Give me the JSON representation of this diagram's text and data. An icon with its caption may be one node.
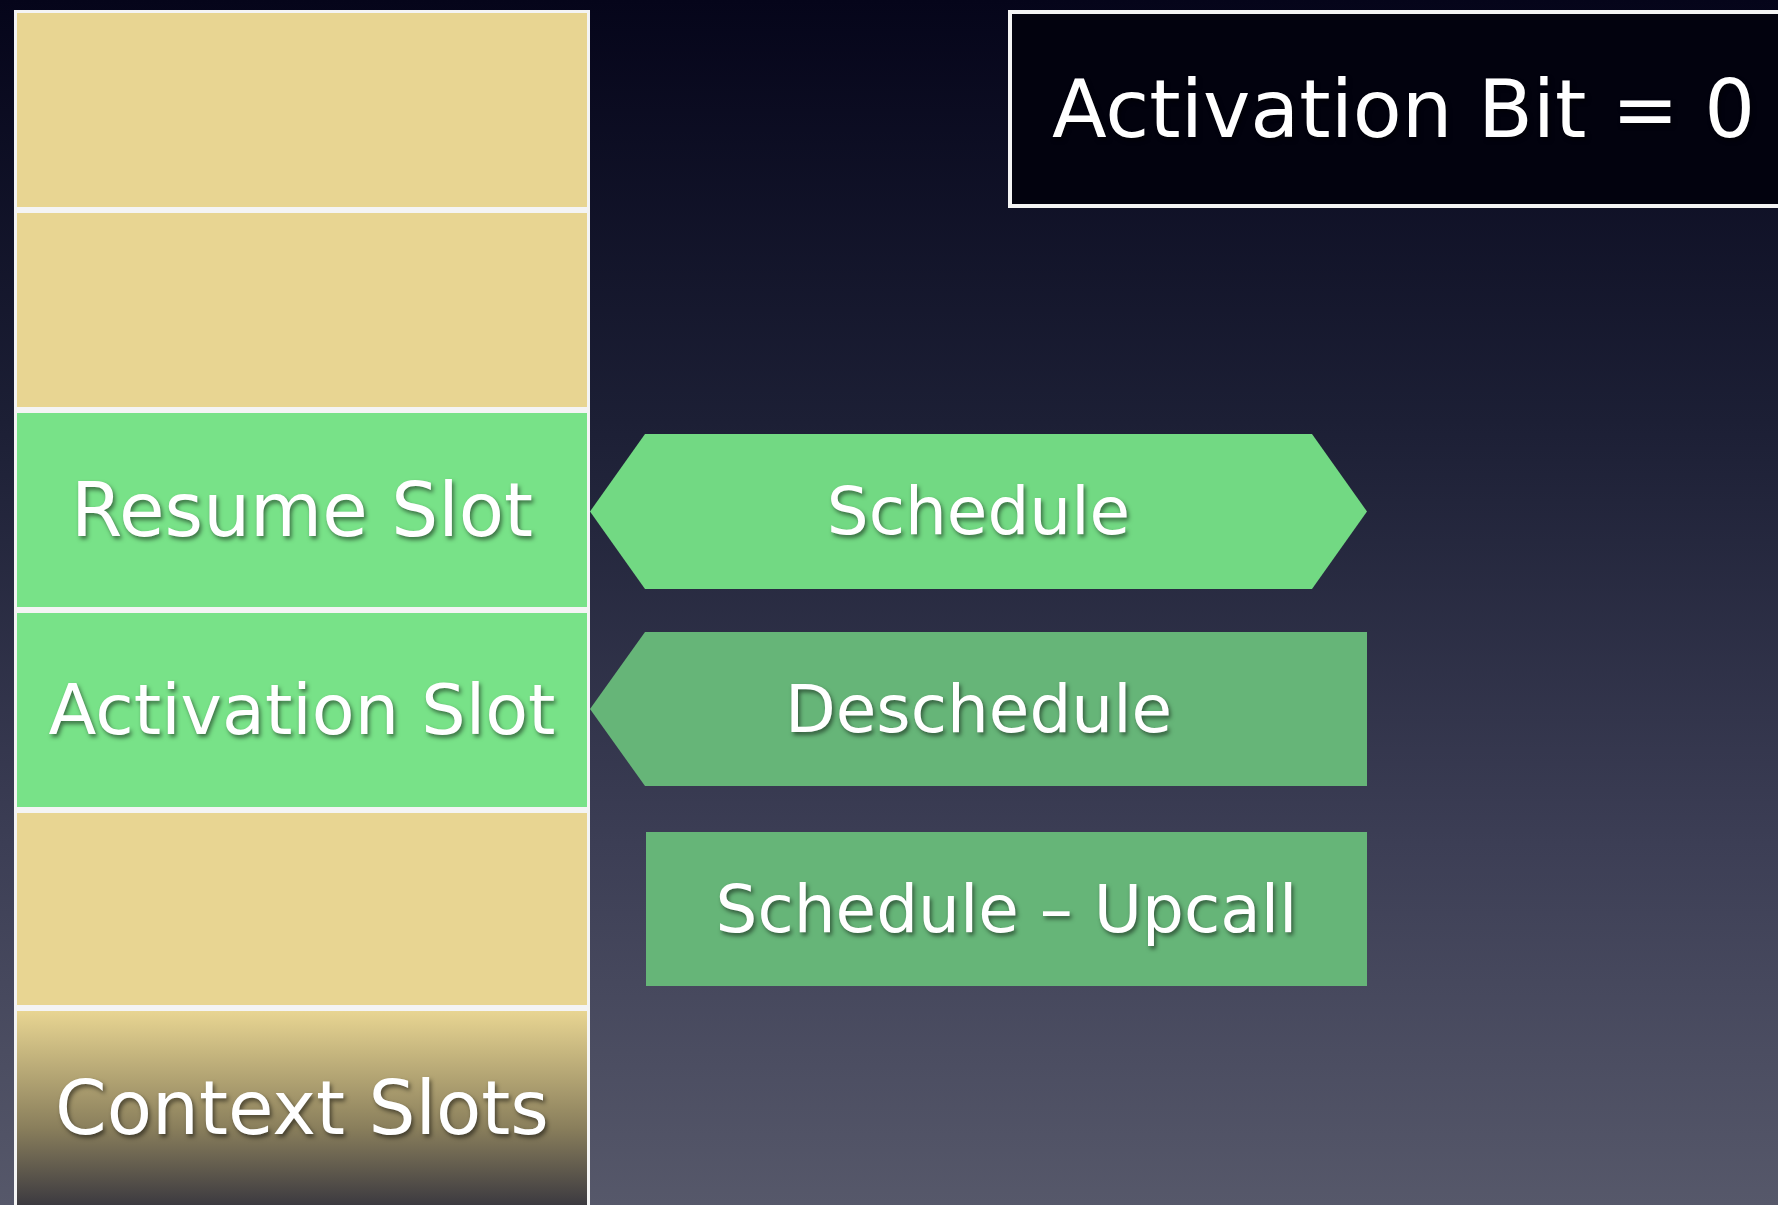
{
  "diagram": {
    "nodes": [
      {
        "text": [],
        "shape": "box"
      },
      {
        "text": [],
        "shape": "box"
      },
      {
        "text": [
          "Resume Slot"
        ]
      },
      {
        "text": [
          "Activation Slot"
        ]
      },
      {
        "text": [],
        "shape": "box"
      },
      {
        "text": [
          "Context Slots"
        ]
      },
      {
        "text": [
          "Activation Bit = 0"
        ]
      },
      {
        "text": [
          "Schedule"
        ]
      },
      {
        "text": [
          "Deschedule"
        ]
      },
      {
        "text": [
          "Schedule – Upcall"
        ]
      }
    ]
  }
}
